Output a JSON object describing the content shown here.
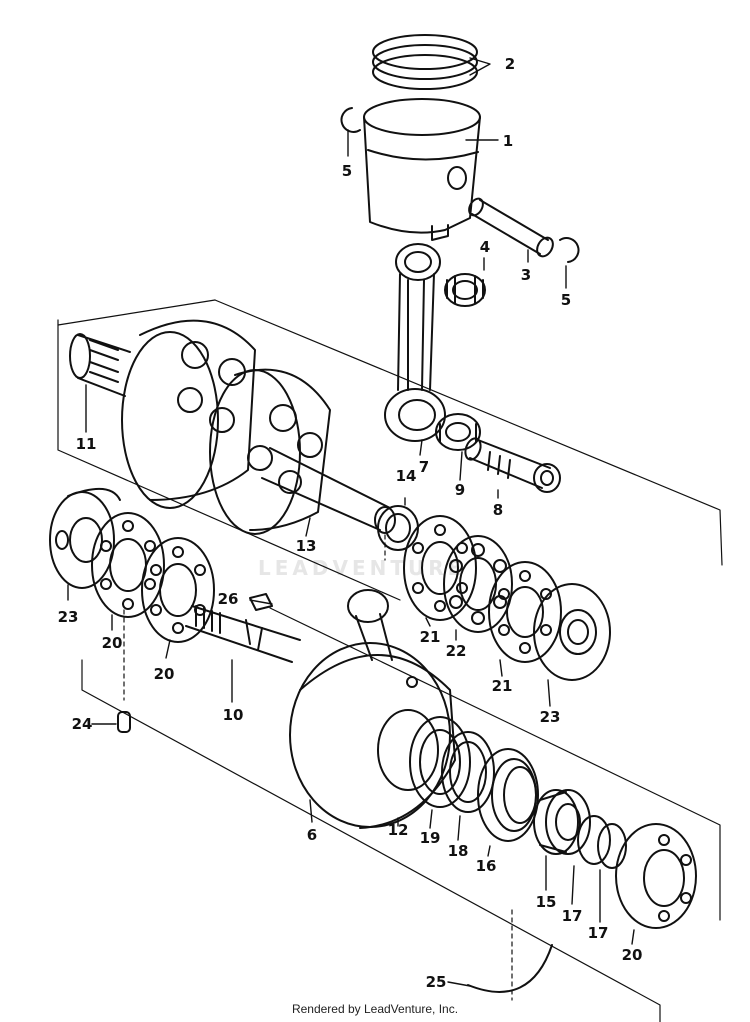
{
  "diagram": {
    "watermark": "LEADVENTURE",
    "footer": "Rendered by LeadVenture, Inc.",
    "line_color": "#111111",
    "callouts": [
      {
        "id": "c1",
        "text": "1"
      },
      {
        "id": "c2",
        "text": "2"
      },
      {
        "id": "c3",
        "text": "3"
      },
      {
        "id": "c4",
        "text": "4"
      },
      {
        "id": "c5a",
        "text": "5"
      },
      {
        "id": "c5b",
        "text": "5"
      },
      {
        "id": "c6",
        "text": "6"
      },
      {
        "id": "c7",
        "text": "7"
      },
      {
        "id": "c8",
        "text": "8"
      },
      {
        "id": "c9",
        "text": "9"
      },
      {
        "id": "c10",
        "text": "10"
      },
      {
        "id": "c11",
        "text": "11"
      },
      {
        "id": "c12",
        "text": "12"
      },
      {
        "id": "c13",
        "text": "13"
      },
      {
        "id": "c14",
        "text": "14"
      },
      {
        "id": "c15",
        "text": "15"
      },
      {
        "id": "c16",
        "text": "16"
      },
      {
        "id": "c17a",
        "text": "17"
      },
      {
        "id": "c17b",
        "text": "17"
      },
      {
        "id": "c18",
        "text": "18"
      },
      {
        "id": "c19",
        "text": "19"
      },
      {
        "id": "c20a",
        "text": "20"
      },
      {
        "id": "c20b",
        "text": "20"
      },
      {
        "id": "c20c",
        "text": "20"
      },
      {
        "id": "c21a",
        "text": "21"
      },
      {
        "id": "c21b",
        "text": "21"
      },
      {
        "id": "c22",
        "text": "22"
      },
      {
        "id": "c23a",
        "text": "23"
      },
      {
        "id": "c23b",
        "text": "23"
      },
      {
        "id": "c24",
        "text": "24"
      },
      {
        "id": "c25",
        "text": "25"
      },
      {
        "id": "c26",
        "text": "26"
      }
    ]
  }
}
